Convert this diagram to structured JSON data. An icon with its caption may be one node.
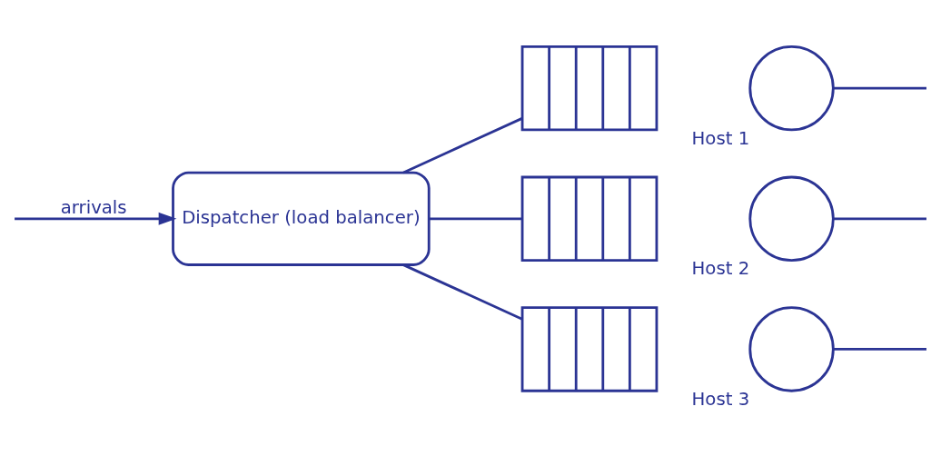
{
  "diagram": {
    "nodes": [
      {
        "text": [
          "Dispatcher (load balancer)"
        ]
      },
      {
        "text": [],
        "shape": "box"
      },
      {
        "text": [],
        "shape": "box"
      },
      {
        "text": [],
        "shape": "box"
      },
      {
        "text": [
          "Host 1"
        ]
      },
      {
        "text": [
          "Host 2"
        ]
      },
      {
        "text": [
          "Host 3"
        ]
      }
    ],
    "edges": [
      {
        "from": null,
        "to": 0,
        "arrow": "to",
        "label": "arrivals"
      },
      {
        "from": 0,
        "to": 1,
        "arrow": "none"
      },
      {
        "from": 0,
        "to": 2,
        "arrow": "none"
      },
      {
        "from": 0,
        "to": 3,
        "arrow": "none"
      },
      {
        "from": 4,
        "to": null,
        "arrow": "none"
      },
      {
        "from": 5,
        "to": null,
        "arrow": "none"
      },
      {
        "from": 6,
        "to": null,
        "arrow": "none"
      }
    ]
  }
}
